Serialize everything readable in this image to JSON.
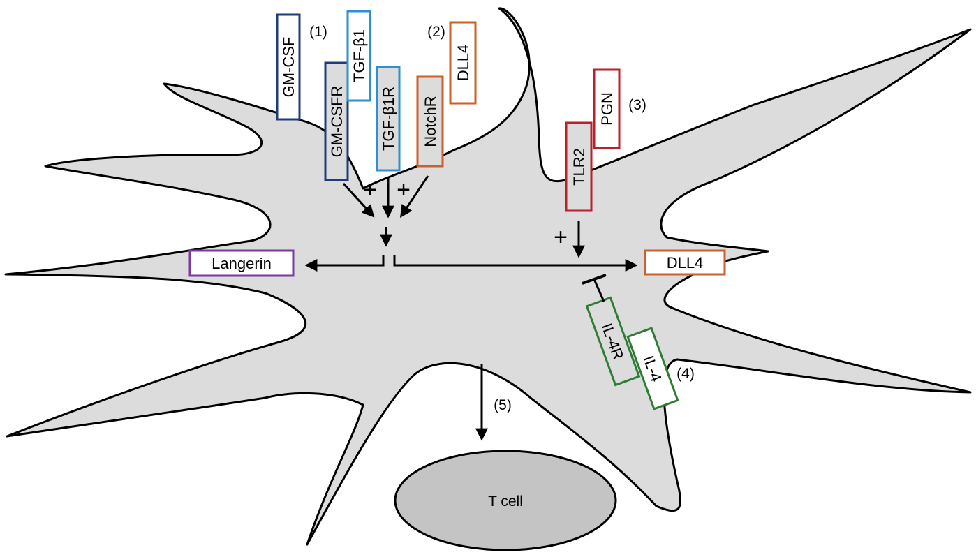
{
  "colors": {
    "cell_fill": "#dcdcdc",
    "t_cell_fill": "#c4c4c4",
    "gm_csf": "#1f3c78",
    "tgf": "#2f8fd0",
    "dll4": "#c8622a",
    "tlr2": "#b8202a",
    "langerin": "#7a3aa0",
    "il4": "#2e7d32",
    "arrow": "#000000"
  },
  "receptors": {
    "gm_csf": "GM-CSF",
    "gm_csfr": "GM-CSFR",
    "tgf_b1": "TGF-β1",
    "tgf_b1r": "TGF-β1R",
    "notchr": "NotchR",
    "dll4_ligand": "DLL4",
    "pgn": "PGN",
    "tlr2": "TLR2",
    "il4r": "IL-4R",
    "il4": "IL-4"
  },
  "outputs": {
    "langerin": "Langerin",
    "dll4": "DLL4"
  },
  "labels": {
    "n1": "(1)",
    "n2": "(2)",
    "n3": "(3)",
    "n4": "(4)",
    "n5": "(5)",
    "plus": "+",
    "t_cell": "T cell"
  }
}
